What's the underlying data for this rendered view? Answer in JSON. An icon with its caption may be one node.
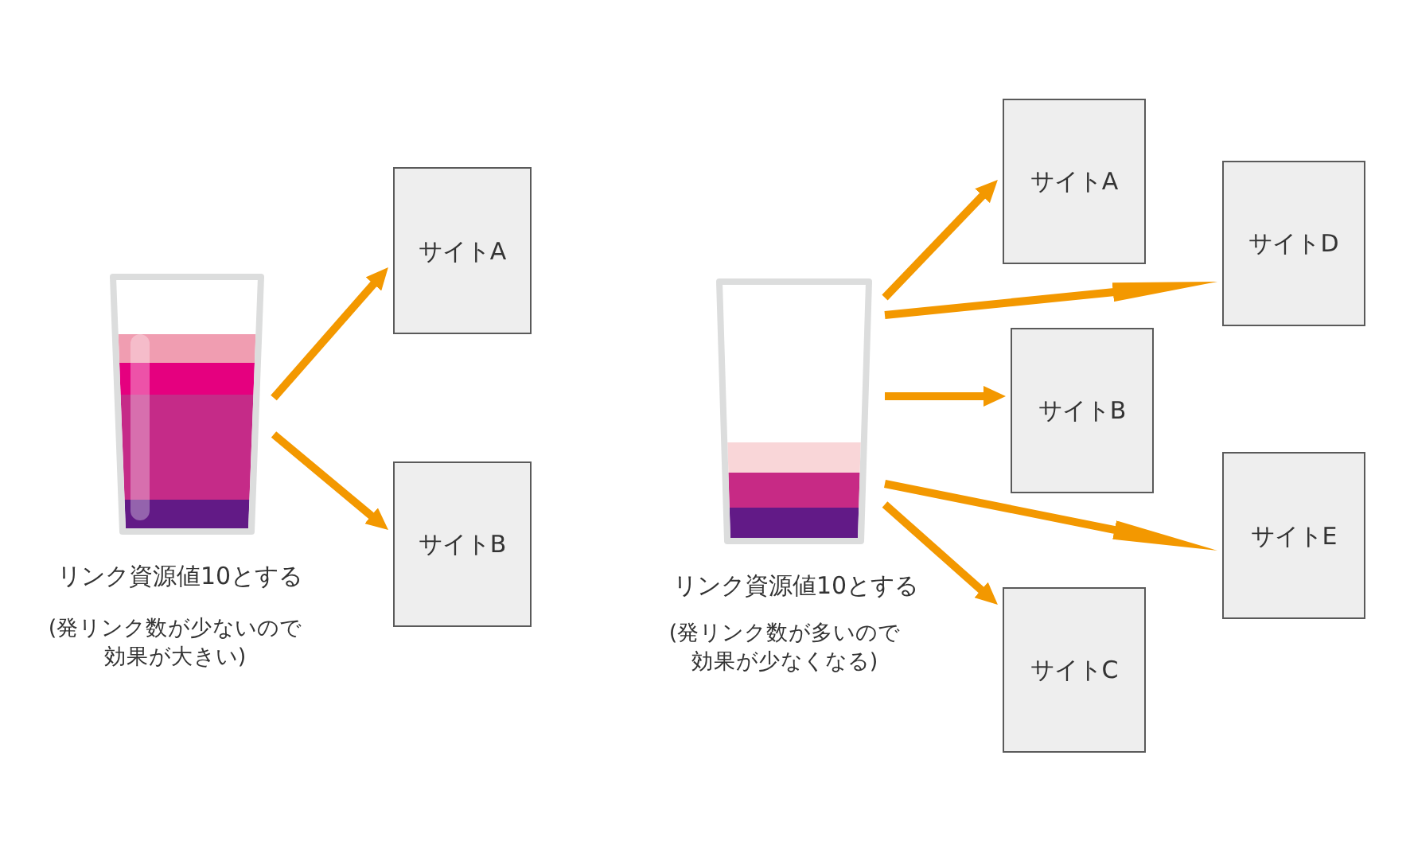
{
  "diagram": {
    "nodes": [
      {
        "text": [],
        "shape": "picture",
        "beside": [
          "リンク資源値10とする",
          "(発リンク数が少ないので効果が大きい)"
        ]
      },
      {
        "text": [
          "サイトA"
        ]
      },
      {
        "text": [
          "サイトB"
        ]
      },
      {
        "text": [],
        "shape": "picture",
        "beside": [
          "リンク資源値10とする",
          "(発リンク数が多いので効果が少なくなる)"
        ]
      },
      {
        "text": [
          "サイトA"
        ]
      },
      {
        "text": [
          "サイトD"
        ]
      },
      {
        "text": [
          "サイトB"
        ]
      },
      {
        "text": [
          "サイトE"
        ]
      },
      {
        "text": [
          "サイトC"
        ]
      }
    ],
    "edges": [
      {
        "from": 0,
        "to": 1,
        "arrow": "to"
      },
      {
        "from": 0,
        "to": 2,
        "arrow": "to"
      },
      {
        "from": 3,
        "to": 4,
        "arrow": "to"
      },
      {
        "from": 3,
        "to": 5,
        "arrow": "to"
      },
      {
        "from": 3,
        "to": 6,
        "arrow": "to"
      },
      {
        "from": 3,
        "to": 7,
        "arrow": "to"
      },
      {
        "from": 3,
        "to": 8,
        "arrow": "to"
      }
    ]
  }
}
